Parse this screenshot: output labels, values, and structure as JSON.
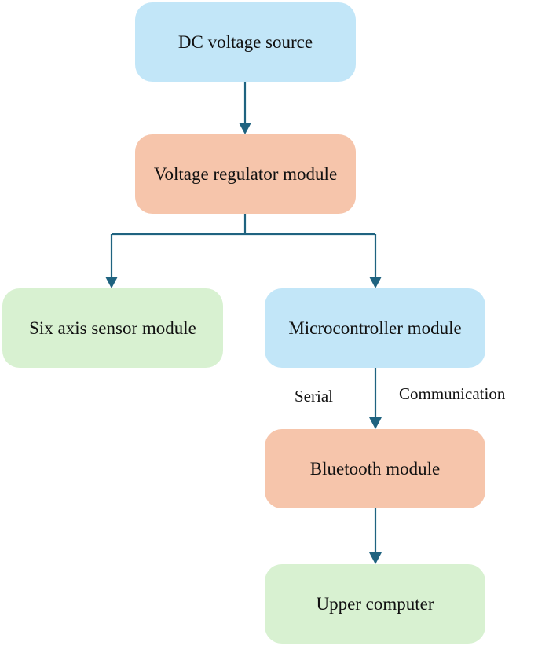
{
  "colors": {
    "blue": "#c2e6f8",
    "orange": "#f6c5ab",
    "green": "#d8f1d1",
    "arrow": "#1f6380"
  },
  "nodes": {
    "dc_source": {
      "label": "DC voltage source",
      "color": "#c2e6f8"
    },
    "voltage_regulator": {
      "label": "Voltage regulator module",
      "color": "#f6c5ab"
    },
    "six_axis": {
      "label": "Six axis sensor module",
      "color": "#d8f1d1"
    },
    "microcontroller": {
      "label": "Microcontroller module",
      "color": "#c2e6f8"
    },
    "bluetooth": {
      "label": "Bluetooth module",
      "color": "#f6c5ab"
    },
    "upper_computer": {
      "label": "Upper computer",
      "color": "#d8f1d1"
    }
  },
  "edges": [
    {
      "from": "dc_source",
      "to": "voltage_regulator"
    },
    {
      "from": "voltage_regulator",
      "to": "six_axis"
    },
    {
      "from": "voltage_regulator",
      "to": "microcontroller"
    },
    {
      "from": "microcontroller",
      "to": "bluetooth",
      "label": "Serial Communication"
    },
    {
      "from": "bluetooth",
      "to": "upper_computer"
    }
  ],
  "edge_labels": {
    "serial": "Serial",
    "communication": "Communication"
  }
}
